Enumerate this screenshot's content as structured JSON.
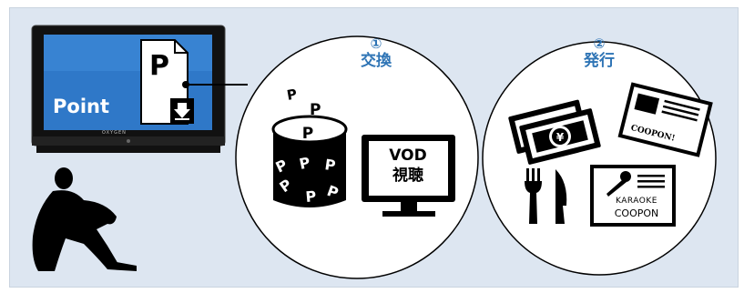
{
  "tv": {
    "label": "Point",
    "brand": "OXYGEN"
  },
  "circles": [
    {
      "number": "①",
      "title": "交換"
    },
    {
      "number": "②",
      "title": "発行"
    }
  ],
  "vod": {
    "line1": "VOD",
    "line2": "視聴"
  },
  "point_glyph": "P",
  "coupon": {
    "coopon_text": "COOPON!",
    "karaoke_label": "KARAOKE",
    "karaoke_coopon": "COOPON"
  },
  "colors": {
    "panel_bg": "#dde6f1",
    "title_blue": "#2e74b5",
    "screen_blue": "#2f78c8"
  },
  "icons": [
    "tv-icon",
    "document-download-icon",
    "coin-can-icon",
    "monitor-icon",
    "banknotes-icon",
    "coupon-icon",
    "fork-knife-icon",
    "microphone-icon",
    "sitting-person-icon"
  ]
}
